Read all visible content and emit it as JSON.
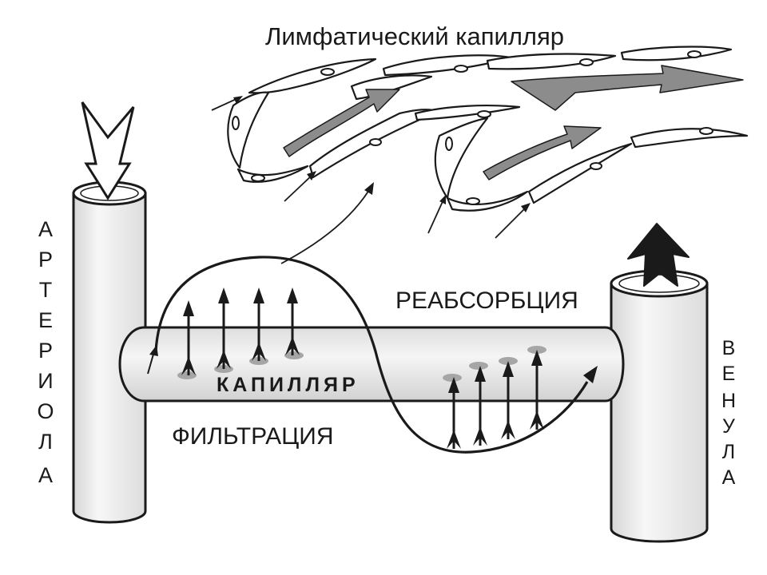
{
  "labels": {
    "lymph_title": "Лимфатический капилляр",
    "reabsorption": "РЕАБСОРБЦИЯ",
    "filtration": "ФИЛЬТРАЦИЯ",
    "capillary": "КАПИЛЛЯР",
    "arteriole_letters": [
      "А",
      "Р",
      "Т",
      "Е",
      "Р",
      "И",
      "О",
      "Л",
      "А"
    ],
    "venule_letters": [
      "В",
      "Е",
      "Н",
      "У",
      "Л",
      "А"
    ]
  },
  "colors": {
    "outline": "#1a1a1a",
    "vessel_fill": "#ececec",
    "pore_gray": "#a6a6a6",
    "flow_arrow_gray": "#8c8c8c",
    "background": "#ffffff"
  }
}
